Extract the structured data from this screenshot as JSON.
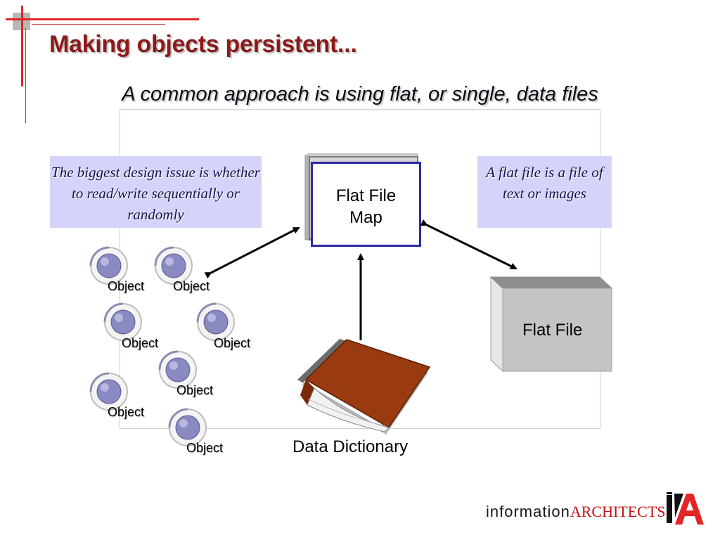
{
  "slide": {
    "title": "Making objects persistent...",
    "subtitle": "A common approach is using flat, or single, data files"
  },
  "notes": {
    "left": "The biggest design issue is whether to read/write sequentially or randomly",
    "right": "A flat file is a file of text or images"
  },
  "diagram": {
    "map_line1": "Flat File",
    "map_line2": "Map",
    "flat_file": "Flat File",
    "dictionary": "Data Dictionary",
    "objects": [
      "Object",
      "Object",
      "Object",
      "Object",
      "Object",
      "Object",
      "Object"
    ]
  },
  "branding": {
    "text_a": "information",
    "text_b": "ARCHITECTS"
  },
  "colors": {
    "title": "#8b1a1a",
    "accent_red": "#e32626",
    "note_bg": "#d4d4fb",
    "map_border": "#2b2ba0",
    "book": "#9a3a10"
  },
  "icons": [
    "slide-corner-mark",
    "object-sphere-icon",
    "book-icon",
    "flat-file-box",
    "ia-logo-icon"
  ]
}
